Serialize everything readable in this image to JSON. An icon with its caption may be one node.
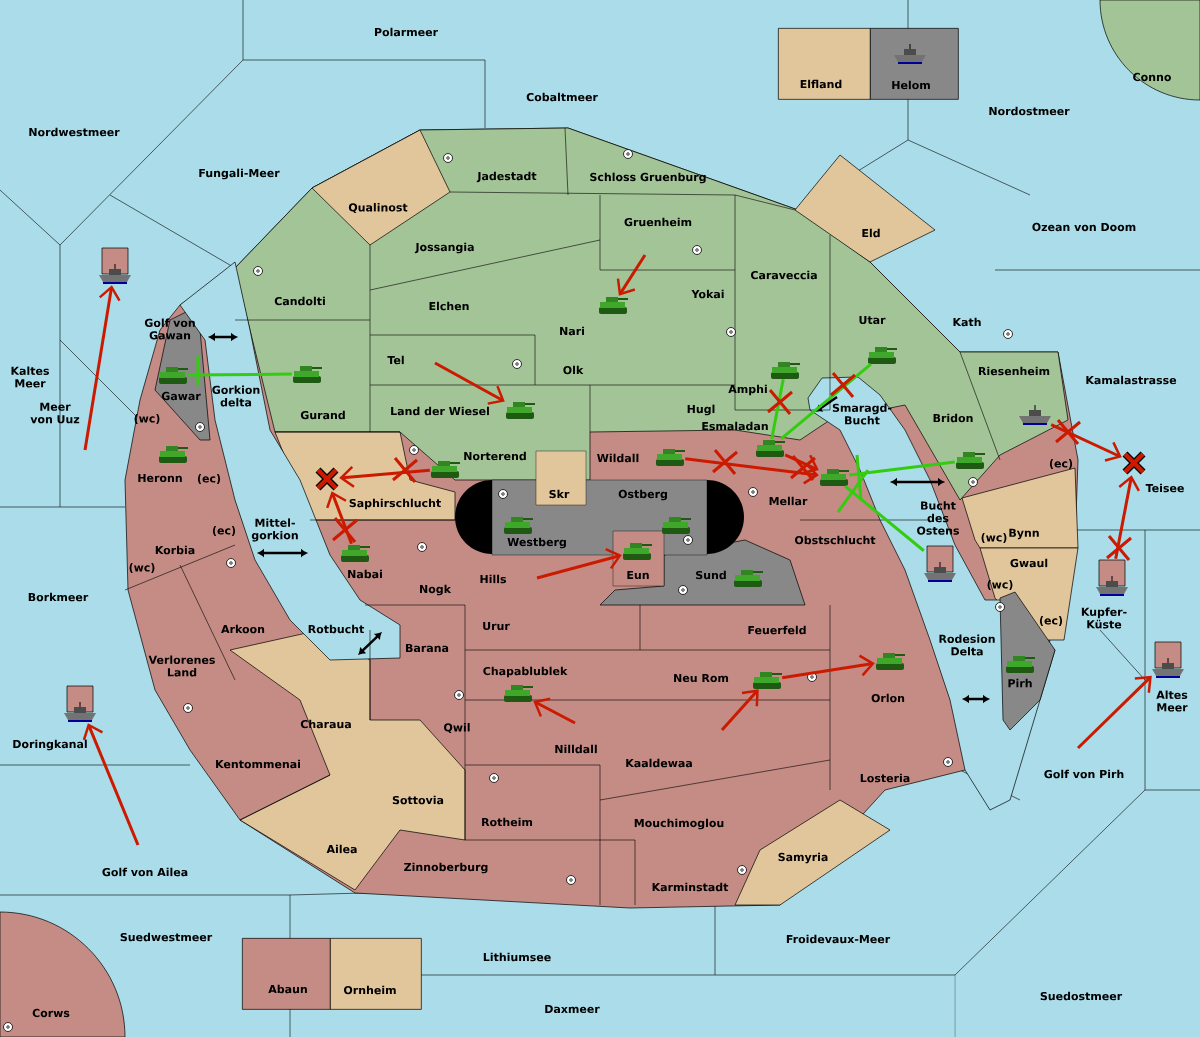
{
  "diagram": {
    "nodes": [
      {
        "text": [
          "Elfland"
        ]
      },
      {
        "text": [
          "Helom"
        ]
      },
      {
        "text": [],
        "shape": "ship",
        "in": 1
      },
      {
        "text": [],
        "shape": "ship"
      },
      {
        "text": [],
        "shape": "tank"
      },
      {
        "text": [],
        "shape": "tank"
      },
      {
        "text": [],
        "shape": "tank"
      },
      {
        "text": [],
        "shape": "tank"
      },
      {
        "text": [],
        "shape": "tank"
      },
      {
        "text": [],
        "shape": "tank"
      },
      {
        "text": [],
        "shape": "ship"
      },
      {
        "text": [],
        "shape": "tank"
      },
      {
        "text": [],
        "shape": "tank"
      },
      {
        "text": [],
        "shape": "tank"
      },
      {
        "text": [],
        "shape": "tank"
      },
      {
        "text": [],
        "shape": "cross"
      },
      {
        "text": [],
        "shape": "tank"
      },
      {
        "text": [],
        "shape": "cross"
      },
      {
        "text": [],
        "shape": "tank"
      },
      {
        "text": [],
        "shape": "tank"
      },
      {
        "text": [],
        "shape": "tank"
      },
      {
        "text": [],
        "shape": "tank"
      },
      {
        "text": [],
        "shape": "tank"
      },
      {
        "text": [],
        "shape": "ship"
      },
      {
        "text": [],
        "shape": "tank"
      },
      {
        "text": [],
        "shape": "ship"
      },
      {
        "text": [],
        "shape": "tank"
      },
      {
        "text": [],
        "shape": "tank"
      },
      {
        "text": [],
        "shape": "ship"
      },
      {
        "text": [],
        "shape": "tank"
      },
      {
        "text": [],
        "shape": "tank"
      },
      {
        "text": [],
        "shape": "ship"
      },
      {
        "text": [
          "Abaun"
        ]
      },
      {
        "text": [
          "Ornheim"
        ]
      }
    ],
    "edges": [
      {
        "from": null,
        "to": 3,
        "arrow": "to"
      },
      {
        "from": null,
        "to": 4,
        "arrow": "to"
      },
      {
        "from": null,
        "to": 9,
        "arrow": "to"
      },
      {
        "from": 16,
        "to": 17,
        "arrow": "to"
      },
      {
        "from": 22,
        "to": 17,
        "arrow": "to"
      },
      {
        "from": null,
        "to": 21,
        "arrow": "to"
      },
      {
        "from": 12,
        "to": 18,
        "arrow": "to"
      },
      {
        "from": 13,
        "to": 18,
        "arrow": "to"
      },
      {
        "from": 6,
        "to": 13,
        "arrow": "none",
        "color": "#33cc11"
      },
      {
        "from": 5,
        "to": 13,
        "arrow": "none",
        "color": "#33cc11"
      },
      {
        "from": 14,
        "to": 18,
        "arrow": "none",
        "color": "#33cc11"
      },
      {
        "from": 23,
        "to": 18,
        "arrow": "none",
        "color": "#33cc11"
      },
      {
        "from": 8,
        "to": 7,
        "arrow": "none",
        "color": "#33cc11"
      },
      {
        "from": 10,
        "to": 15,
        "arrow": "to"
      },
      {
        "from": 25,
        "to": 15,
        "arrow": "to"
      },
      {
        "from": null,
        "to": 30,
        "arrow": "to"
      },
      {
        "from": null,
        "to": 29,
        "arrow": "to"
      },
      {
        "from": 29,
        "to": 26,
        "arrow": "to"
      },
      {
        "from": null,
        "to": 28,
        "arrow": "to"
      },
      {
        "from": null,
        "to": 31,
        "arrow": "to"
      }
    ],
    "labels": [
      "Polarmeer",
      "Cobaltmeer",
      "Conno",
      "Nordostmeer",
      "Nordwestmeer",
      "Fungali-Meer",
      "Jadestadt",
      "Schloss Gruenburg",
      "Qualinost",
      "Gruenheim",
      "Ozean von Doom",
      "Eld",
      "Jossangia",
      "Caraveccia",
      "Yokai",
      "Candolti",
      "Elchen",
      "Utar",
      "Kath",
      "Golf von Gawan",
      "Nari",
      "Tel",
      "Olk",
      "Riesenheim",
      "Kaltes Meer",
      "Kamalastrasse",
      "Amphi",
      "Gawar",
      "Gorkion delta",
      "Land der Wiesel",
      "Hugl",
      "Gurand",
      "Meer von Uuz",
      "Smaragd- Bucht",
      "(wc)",
      "Bridon",
      "Esmaladan",
      "Norterend",
      "Wildall",
      "(ec)",
      "Heronn",
      "(ec)",
      "Teisee",
      "Skr",
      "Ostberg",
      "Mellar",
      "Saphirschlucht",
      "Bucht des Ostens",
      "Mittel- gorkion",
      "(ec)",
      "(wc)",
      "Bynn",
      "Obstschlucht",
      "Westberg",
      "Korbia",
      "Gwaul",
      "Nabai",
      "(wc)",
      "Eun",
      "Sund",
      "Hills",
      "Nogk",
      "(wc)",
      "Borkmeer",
      "Kupfer- Küste",
      "(ec)",
      "Urur",
      "Rotbucht",
      "Arkoon",
      "Feuerfeld",
      "Rodesion Delta",
      "Barana",
      "Verlorenes Land",
      "Chapablublek",
      "Neu Rom",
      "Pirh",
      "Orlon",
      "Altes Meer",
      "Charaua",
      "Qwil",
      "Doringkanal",
      "Nilldall",
      "Kaaldewaa",
      "Kentommenai",
      "Golf von Pirh",
      "Losteria",
      "Sottovia",
      "Rotheim",
      "Mouchimoglou",
      "Ailea",
      "Samyria",
      "Zinnoberburg",
      "Golf von Ailea",
      "Karminstadt",
      "Suedwestmeer",
      "Froidevaux-Meer",
      "Lithiumsee",
      "Suedostmeer",
      "Daxmeer",
      "Corws"
    ]
  }
}
